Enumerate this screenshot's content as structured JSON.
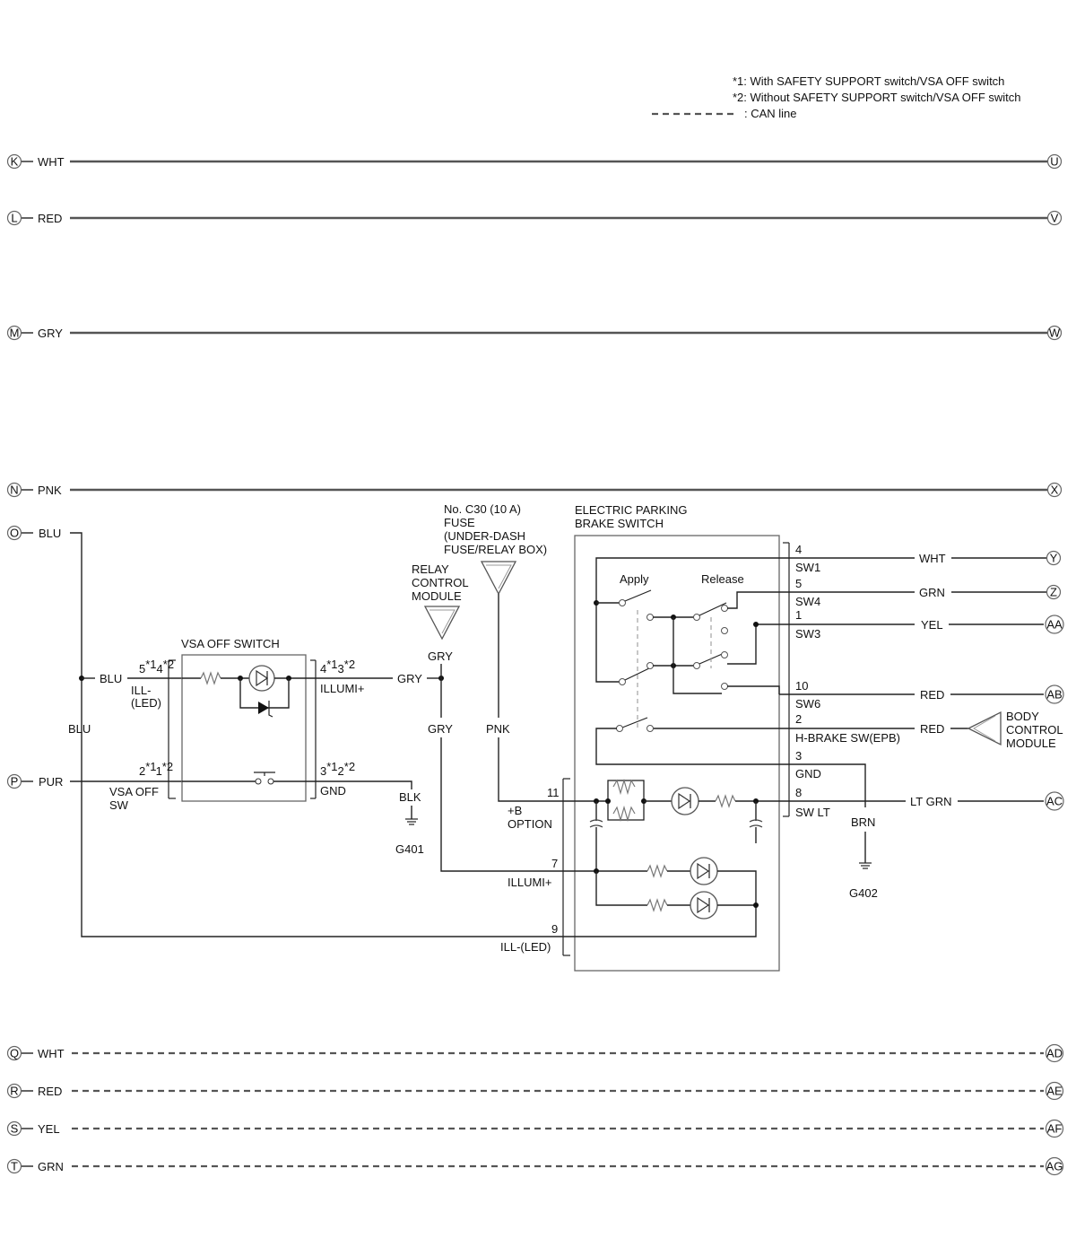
{
  "legend": {
    "note1": "*1: With SAFETY SUPPORT switch/VSA OFF switch",
    "note2": "*2: Without SAFETY SUPPORT switch/VSA OFF switch",
    "can_line": ": CAN line"
  },
  "wires": [
    {
      "left": "K",
      "color": "WHT",
      "right": "U",
      "style": "solid"
    },
    {
      "left": "L",
      "color": "RED",
      "right": "V",
      "style": "solid"
    },
    {
      "left": "M",
      "color": "GRY",
      "right": "W",
      "style": "solid"
    },
    {
      "left": "N",
      "color": "PNK",
      "right": "X",
      "style": "solid"
    },
    {
      "left": "Q",
      "color": "WHT",
      "right": "AD",
      "style": "dashed"
    },
    {
      "left": "R",
      "color": "RED",
      "right": "AE",
      "style": "dashed"
    },
    {
      "left": "S",
      "color": "YEL",
      "right": "AF",
      "style": "dashed"
    },
    {
      "left": "T",
      "color": "GRN",
      "right": "AG",
      "style": "dashed"
    }
  ],
  "left_connectors": {
    "O": {
      "id": "O",
      "color": "BLU"
    },
    "P": {
      "id": "P",
      "color": "PUR"
    }
  },
  "vsa_switch": {
    "title": "VSA OFF SWITCH",
    "pin_ill_minus": "5",
    "pin_ill_minus_alt": "4",
    "pin_illumi_plus": "4",
    "pin_illumi_plus_alt": "3",
    "pin_sw": "2",
    "pin_sw_alt": "1",
    "pin_gnd": "3",
    "pin_gnd_alt": "2",
    "sup1": "*1",
    "sup2": "*2",
    "label_ill_led_1": "ILL-",
    "label_ill_led_2": "(LED)",
    "label_illumi_plus": "ILLUMI+",
    "label_vsa_sw_1": "VSA OFF",
    "label_vsa_sw_2": "SW",
    "label_gnd": "GND",
    "wire_blu": "BLU",
    "wire_gry": "GRY",
    "wire_blk": "BLK",
    "ground": "G401",
    "wire_blu_vertical": "BLU"
  },
  "relay_module": {
    "line1": "RELAY",
    "line2": "CONTROL",
    "line3": "MODULE",
    "wire_top": "GRY",
    "wire_mid": "GRY"
  },
  "fuse": {
    "line1": "No. C30 (10 A)",
    "line2": "FUSE",
    "line3": "(UNDER-DASH",
    "line4": "FUSE/RELAY BOX)",
    "wire": "PNK"
  },
  "epb_switch": {
    "title1": "ELECTRIC PARKING",
    "title2": "BRAKE SWITCH",
    "apply": "Apply",
    "release": "Release",
    "left_pins": [
      {
        "num": "11",
        "name1": "+B",
        "name2": "OPTION"
      },
      {
        "num": "7",
        "name1": "ILLUMI+",
        "name2": ""
      },
      {
        "num": "9",
        "name1": "ILL-(LED)",
        "name2": ""
      }
    ],
    "right_pins": [
      {
        "num": "4",
        "name": "SW1",
        "wire": "WHT",
        "conn": "Y"
      },
      {
        "num": "5",
        "name": "SW4",
        "wire": "GRN",
        "conn": "Z"
      },
      {
        "num": "1",
        "name": "SW3",
        "wire": "YEL",
        "conn": "AA"
      },
      {
        "num": "10",
        "name": "SW6",
        "wire": "RED",
        "conn": "AB"
      },
      {
        "num": "2",
        "name": "H-BRAKE SW(EPB)",
        "wire": "RED",
        "conn": ""
      },
      {
        "num": "3",
        "name": "GND",
        "wire": "",
        "conn": ""
      },
      {
        "num": "8",
        "name": "SW LT",
        "wire": "LT GRN",
        "conn": "AC"
      }
    ],
    "gnd_wire": "BRN",
    "ground": "G402"
  },
  "body_control": {
    "line1": "BODY",
    "line2": "CONTROL",
    "line3": "MODULE"
  }
}
